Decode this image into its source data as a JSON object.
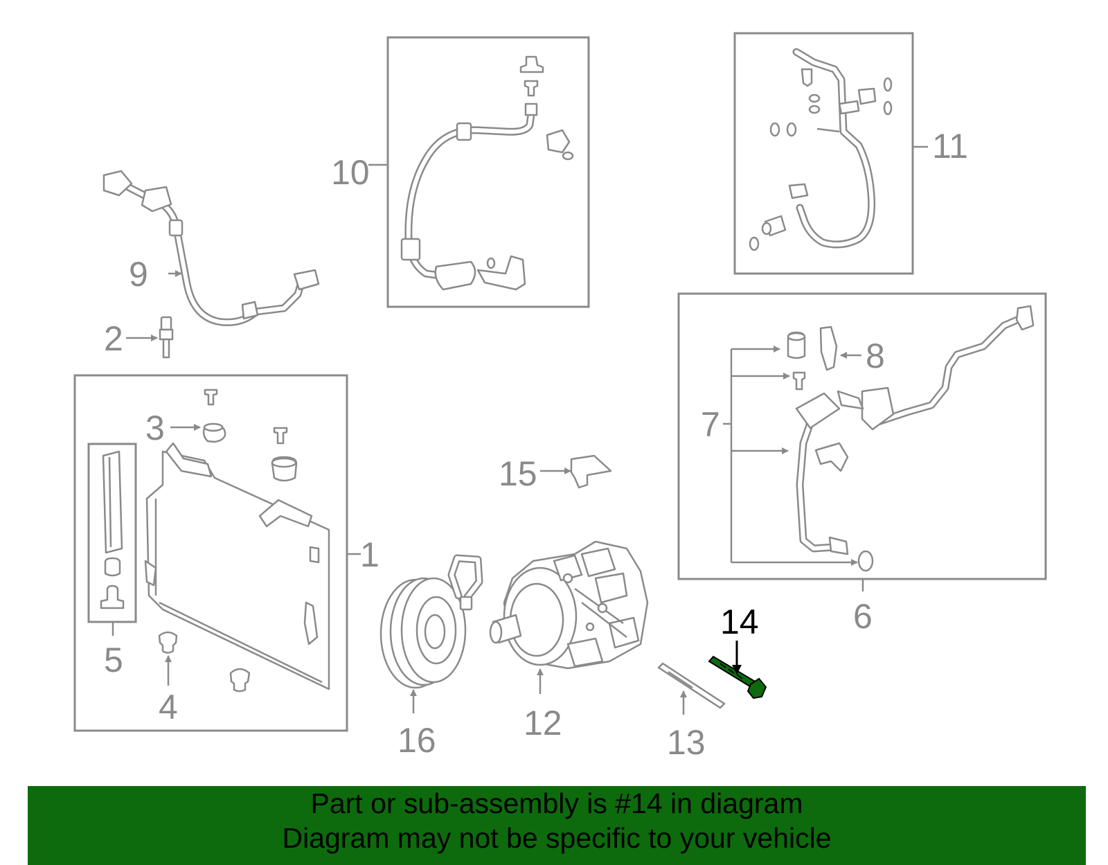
{
  "callouts": {
    "c1": "1",
    "c2": "2",
    "c3": "3",
    "c4": "4",
    "c5": "5",
    "c6": "6",
    "c7": "7",
    "c8": "8",
    "c9": "9",
    "c10": "10",
    "c11": "11",
    "c12": "12",
    "c13": "13",
    "c14": "14",
    "c15": "15",
    "c16": "16"
  },
  "highlight": {
    "callout": "14",
    "color": "#000000",
    "part_color": "#0d6b0d"
  },
  "banner": {
    "line1": "Part or sub-assembly is #14 in diagram",
    "line2": "Diagram may not be specific to your vehicle",
    "background": "#0d6b0d"
  },
  "colors": {
    "linework": "#8a8a8a",
    "background": "#ffffff"
  }
}
